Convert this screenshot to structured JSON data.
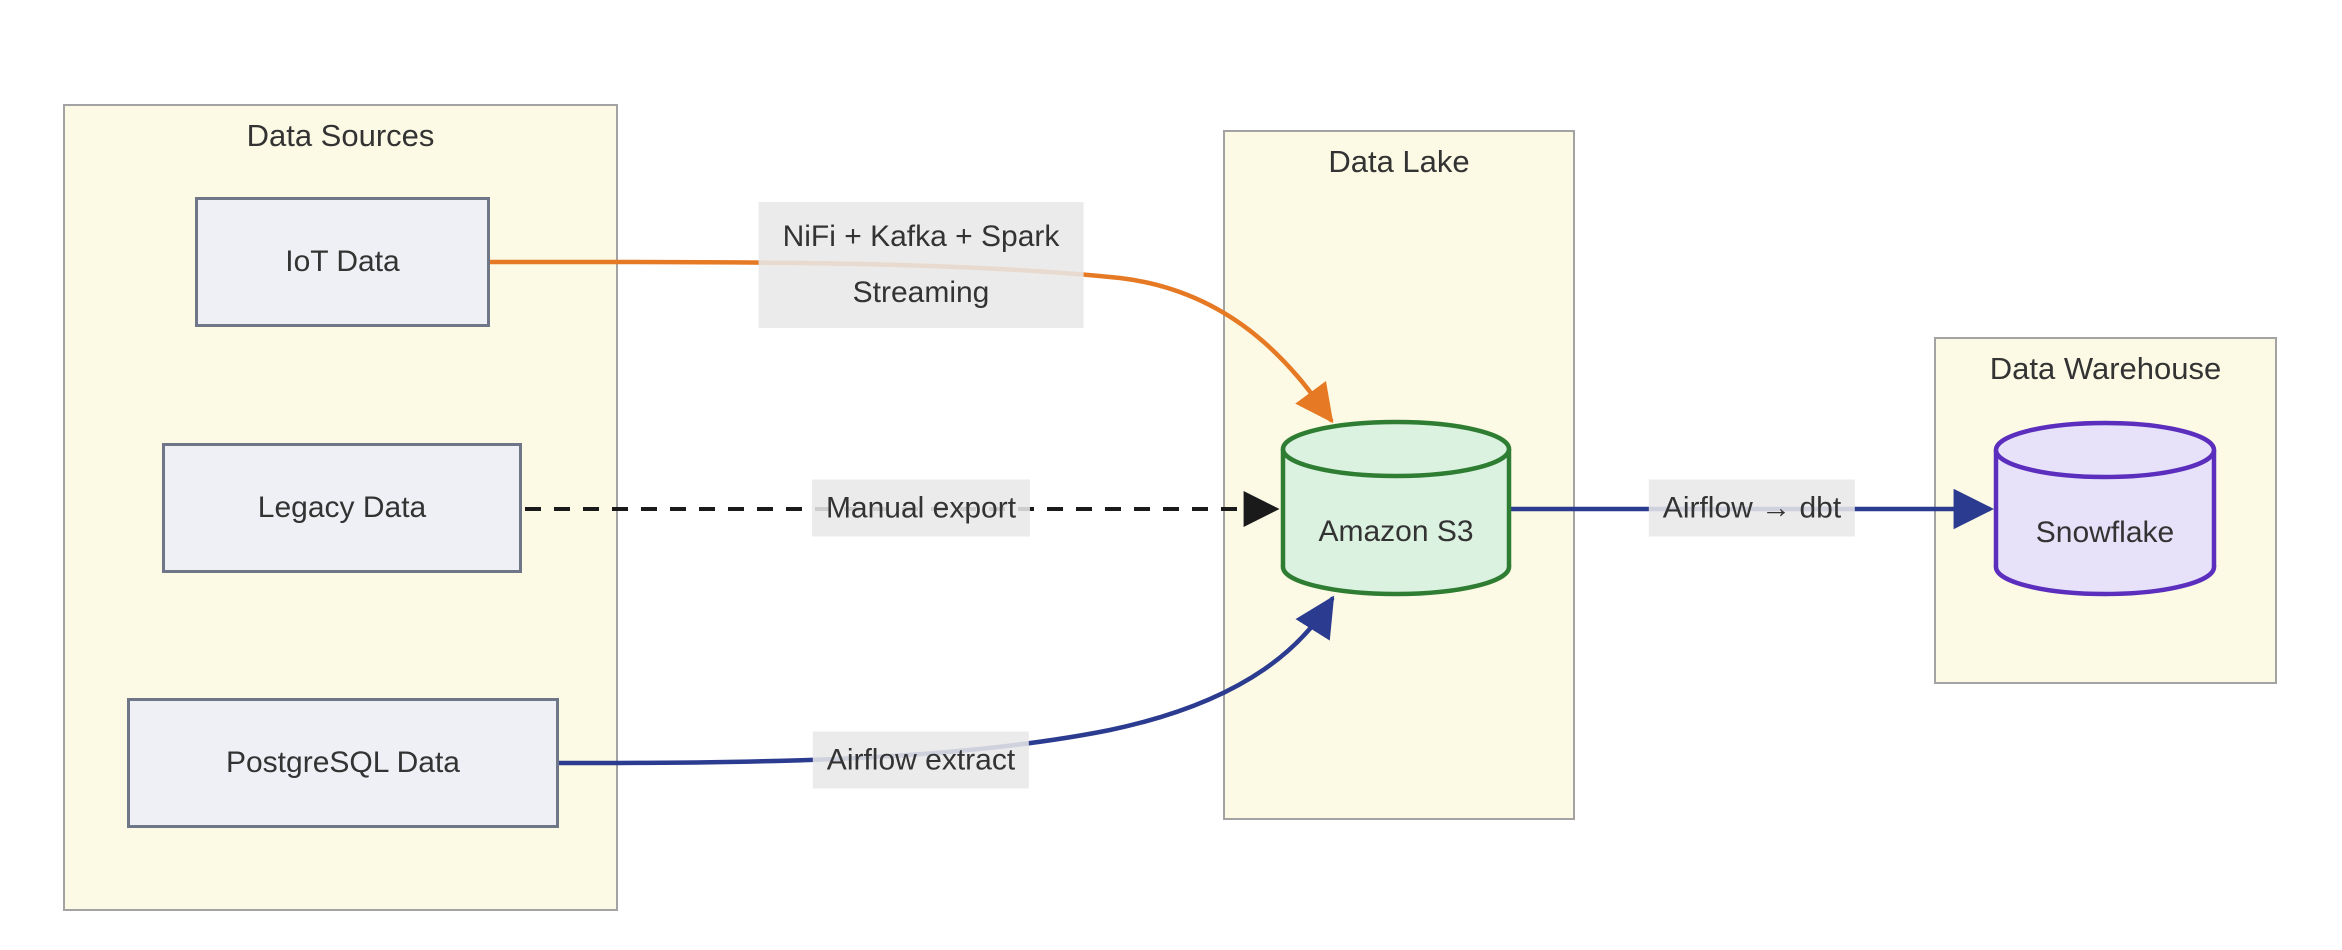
{
  "diagram": {
    "clusters": [
      {
        "id": "data-sources",
        "title": "Data Sources"
      },
      {
        "id": "data-lake",
        "title": "Data Lake"
      },
      {
        "id": "data-warehouse",
        "title": "Data Warehouse"
      }
    ],
    "nodes": [
      {
        "id": "iot",
        "label": "IoT Data",
        "shape": "rectangle",
        "cluster": "data-sources"
      },
      {
        "id": "legacy",
        "label": "Legacy Data",
        "shape": "rectangle",
        "cluster": "data-sources"
      },
      {
        "id": "postgres",
        "label": "PostgreSQL Data",
        "shape": "rectangle",
        "cluster": "data-sources"
      },
      {
        "id": "s3",
        "label": "Amazon S3",
        "shape": "cylinder",
        "cluster": "data-lake"
      },
      {
        "id": "snowflake",
        "label": "Snowflake",
        "shape": "cylinder",
        "cluster": "data-warehouse"
      }
    ],
    "edges": [
      {
        "from": "IoT Data",
        "to": "Amazon S3",
        "style": "solid",
        "color": "#E67A24",
        "label_lines": [
          "NiFi + Kafka + Spark",
          "Streaming"
        ]
      },
      {
        "from": "Legacy Data",
        "to": "Amazon S3",
        "style": "dashed",
        "color": "#1A1A1A",
        "label": "Manual export"
      },
      {
        "from": "PostgreSQL Data",
        "to": "Amazon S3",
        "style": "solid",
        "color": "#2B3B8F",
        "label": "Airflow extract"
      },
      {
        "from": "Amazon S3",
        "to": "Snowflake",
        "style": "solid",
        "color": "#2B3B8F",
        "label": "Airflow → dbt"
      }
    ],
    "colors": {
      "cluster_fill": "#FCFAE4",
      "cluster_border": "#A3A3A3",
      "node_fill": "#EEF0F5",
      "node_border": "#6E7687",
      "s3_fill": "#DCF2E1",
      "s3_border": "#2E7D32",
      "snowflake_fill": "#E7E2F9",
      "snowflake_border": "#5B2EBE",
      "edge_label_bg": "#E8E8E8",
      "orange_edge": "#E67A24",
      "blue_edge": "#2B3B8F",
      "dashed_edge": "#1A1A1A",
      "text": "#333333"
    }
  }
}
